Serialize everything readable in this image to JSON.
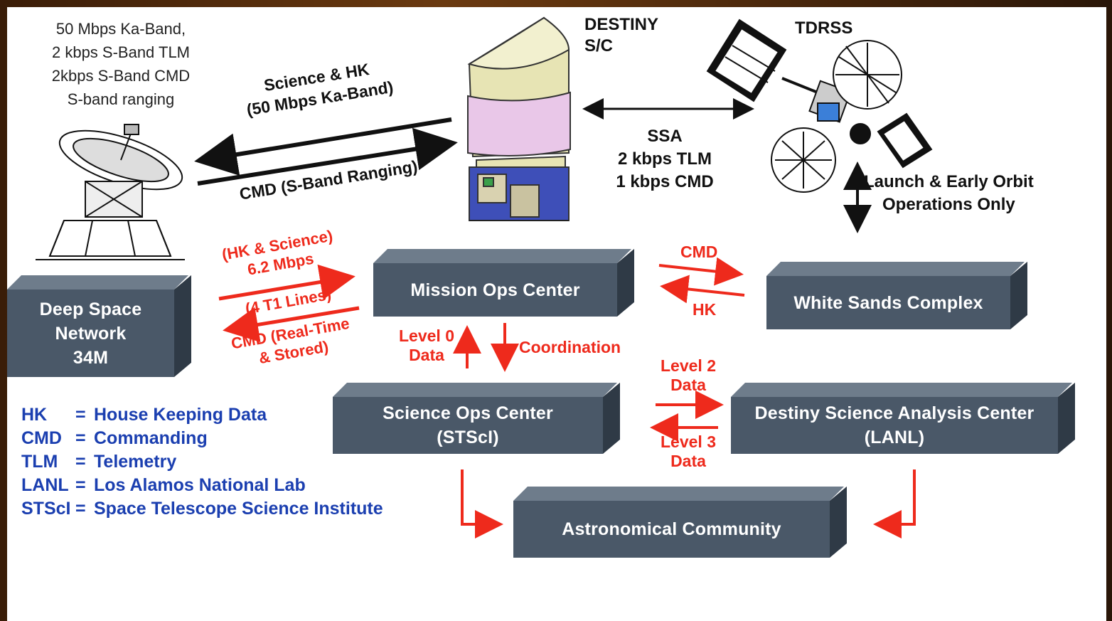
{
  "link_note": "50 Mbps Ka-Band,\n2 kbps S-Band TLM\n2kbps S-Band CMD\nS-band ranging",
  "spacecraft_label": "DESTINY\nS/C",
  "tdrss_label": "TDRSS",
  "dsn_science_label": "Science & HK\n(50 Mbps Ka-Band)",
  "dsn_cmd_label": "CMD (S-Band Ranging)",
  "ssa_label": "SSA\n2 kbps TLM\n1 kbps CMD",
  "launch_label": "Launch & Early Orbit\nOperations Only",
  "red_labels": {
    "hk_science": "(HK & Science)\n6.2 Mbps",
    "t1_lines": "(4 T1 Lines)",
    "cmd_realtime": "CMD (Real-Time\n& Stored)",
    "cmd": "CMD",
    "hk": "HK",
    "level0": "Level 0\nData",
    "coordination": "Coordination",
    "level2": "Level 2\nData",
    "level3": "Level 3\nData"
  },
  "boxes": {
    "dsn": "Deep Space\nNetwork\n34M",
    "moc": "Mission Ops Center",
    "wsc": "White Sands Complex",
    "soc": "Science Ops Center\n(STScI)",
    "dsac": "Destiny Science Analysis Center\n(LANL)",
    "community": "Astronomical Community"
  },
  "legend": [
    {
      "abbr": "HK",
      "eq": "=",
      "def": "House Keeping Data"
    },
    {
      "abbr": "CMD",
      "eq": "=",
      "def": "Commanding"
    },
    {
      "abbr": "TLM",
      "eq": "=",
      "def": "Telemetry"
    },
    {
      "abbr": "LANL",
      "eq": "=",
      "def": "Los Alamos National Lab"
    },
    {
      "abbr": "STScI",
      "eq": "=",
      "def": "Space Telescope Science Institute"
    }
  ],
  "colors": {
    "box_front": "#4a5868",
    "box_top": "#6e7c8b",
    "box_side": "#2f3a46",
    "arrow_red": "#ee2a1c",
    "legend_blue": "#1b3fb0"
  },
  "icons": [
    "dish-antenna-icon",
    "spacecraft-icon",
    "tdrss-satellite-icon"
  ]
}
